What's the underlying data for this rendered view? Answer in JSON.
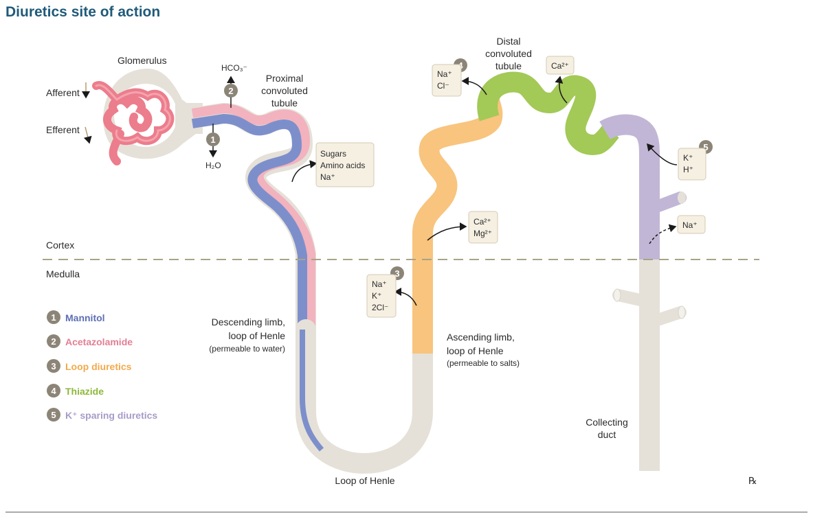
{
  "title": "Diuretics site of action",
  "colors": {
    "title": "#1f5a7a",
    "tubule_base": "#e5e1d8",
    "mannitol": "#7d8fcb",
    "acetazolamide": "#f2b2be",
    "loop_diuretics": "#f8c47e",
    "thiazide": "#a3c957",
    "k_sparing": "#c2b6d6",
    "glomerulus": "#ec7d8c",
    "badge": "#8c8577"
  },
  "labels": {
    "glomerulus": "Glomerulus",
    "afferent": "Afferent",
    "efferent": "Efferent",
    "hco3": "HCO₃⁻",
    "h2o": "H₂O",
    "proximal_1": "Proximal",
    "proximal_2": "convoluted",
    "proximal_3": "tubule",
    "distal_1": "Distal",
    "distal_2": "convoluted",
    "distal_3": "tubule",
    "cortex": "Cortex",
    "medulla": "Medulla",
    "descending_1": "Descending limb,",
    "descending_2": "loop of Henle",
    "descending_3": "(permeable to water)",
    "ascending_1": "Ascending limb,",
    "ascending_2": "loop of Henle",
    "ascending_3": "(permeable to salts)",
    "loop_of_henle": "Loop of Henle",
    "collecting_1": "Collecting",
    "collecting_2": "duct",
    "watermark": "℞"
  },
  "boxes": {
    "sugars": [
      "Sugars",
      "Amino acids",
      "Na⁺"
    ],
    "loop_reabsorb": [
      "Ca²⁺",
      "Mg²⁺"
    ],
    "nkcc": [
      "Na⁺",
      "K⁺",
      "2Cl⁻"
    ],
    "thiazide_ions": [
      "Na⁺",
      "Cl⁻"
    ],
    "calcium": [
      "Ca²⁺"
    ],
    "k_h": [
      "K⁺",
      "H⁺"
    ],
    "sodium": [
      "Na⁺"
    ]
  },
  "badges": [
    "1",
    "2",
    "3",
    "4",
    "5"
  ],
  "legend": [
    {
      "num": "1",
      "label": "Mannitol"
    },
    {
      "num": "2",
      "label": "Acetazolamide"
    },
    {
      "num": "3",
      "label": "Loop diuretics"
    },
    {
      "num": "4",
      "label": "Thiazide"
    },
    {
      "num": "5",
      "label": "K⁺ sparing diuretics"
    }
  ]
}
